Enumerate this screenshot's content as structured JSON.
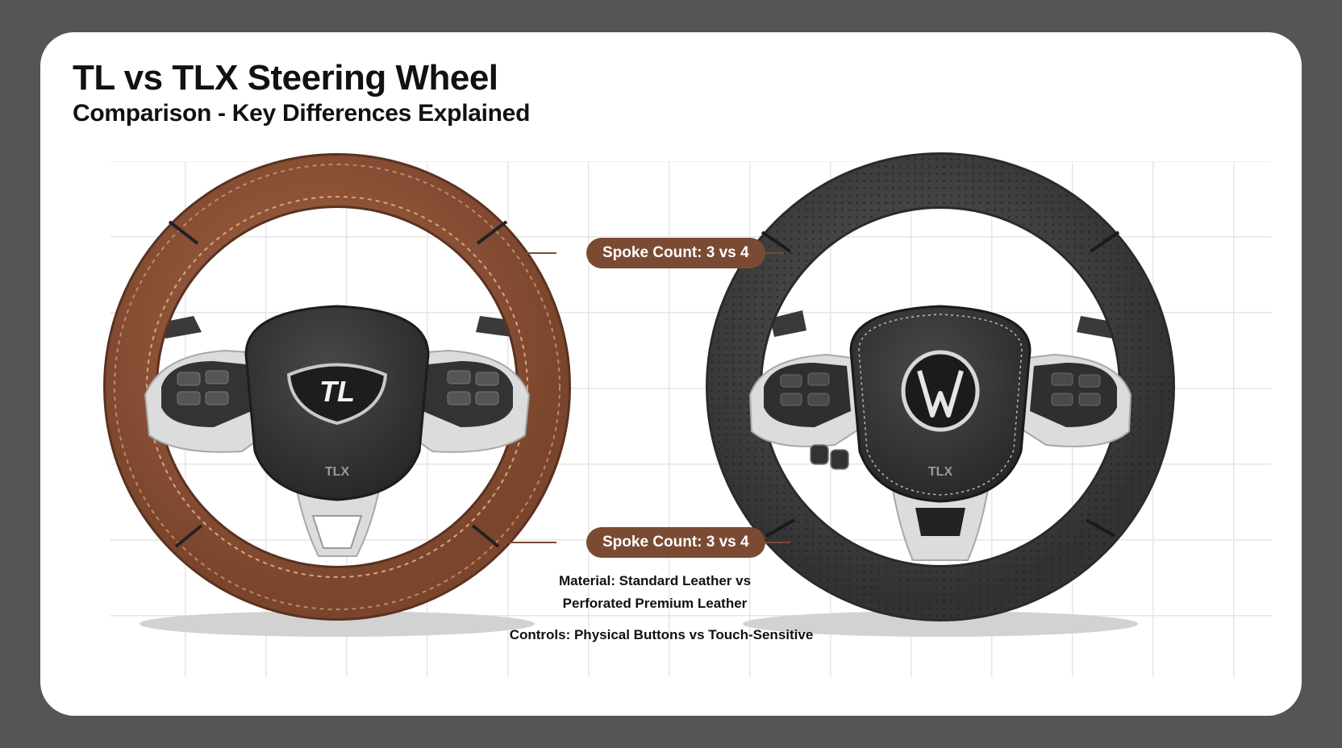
{
  "header": {
    "title": "TL vs TLX Steering Wheel",
    "subtitle": "Comparison - Key Differences Explained"
  },
  "left_wheel": {
    "badge": "TL",
    "hub_label": "TLX",
    "rim_color": "#8a5236"
  },
  "right_wheel": {
    "hub_label": "TLX",
    "rim_color": "#4a4a4a"
  },
  "callouts": {
    "spoke_top": "Spoke Count: 3 vs 4",
    "spoke_bottom": "Spoke Count: 3 vs 4",
    "material_line1": "Material: Standard Leather vs",
    "material_line2": "Perforated Premium Leather",
    "controls": "Controls: Physical Buttons vs Touch-Sensitive"
  },
  "colors": {
    "accent": "#7a4a33",
    "background": "#555555",
    "card": "#ffffff"
  }
}
